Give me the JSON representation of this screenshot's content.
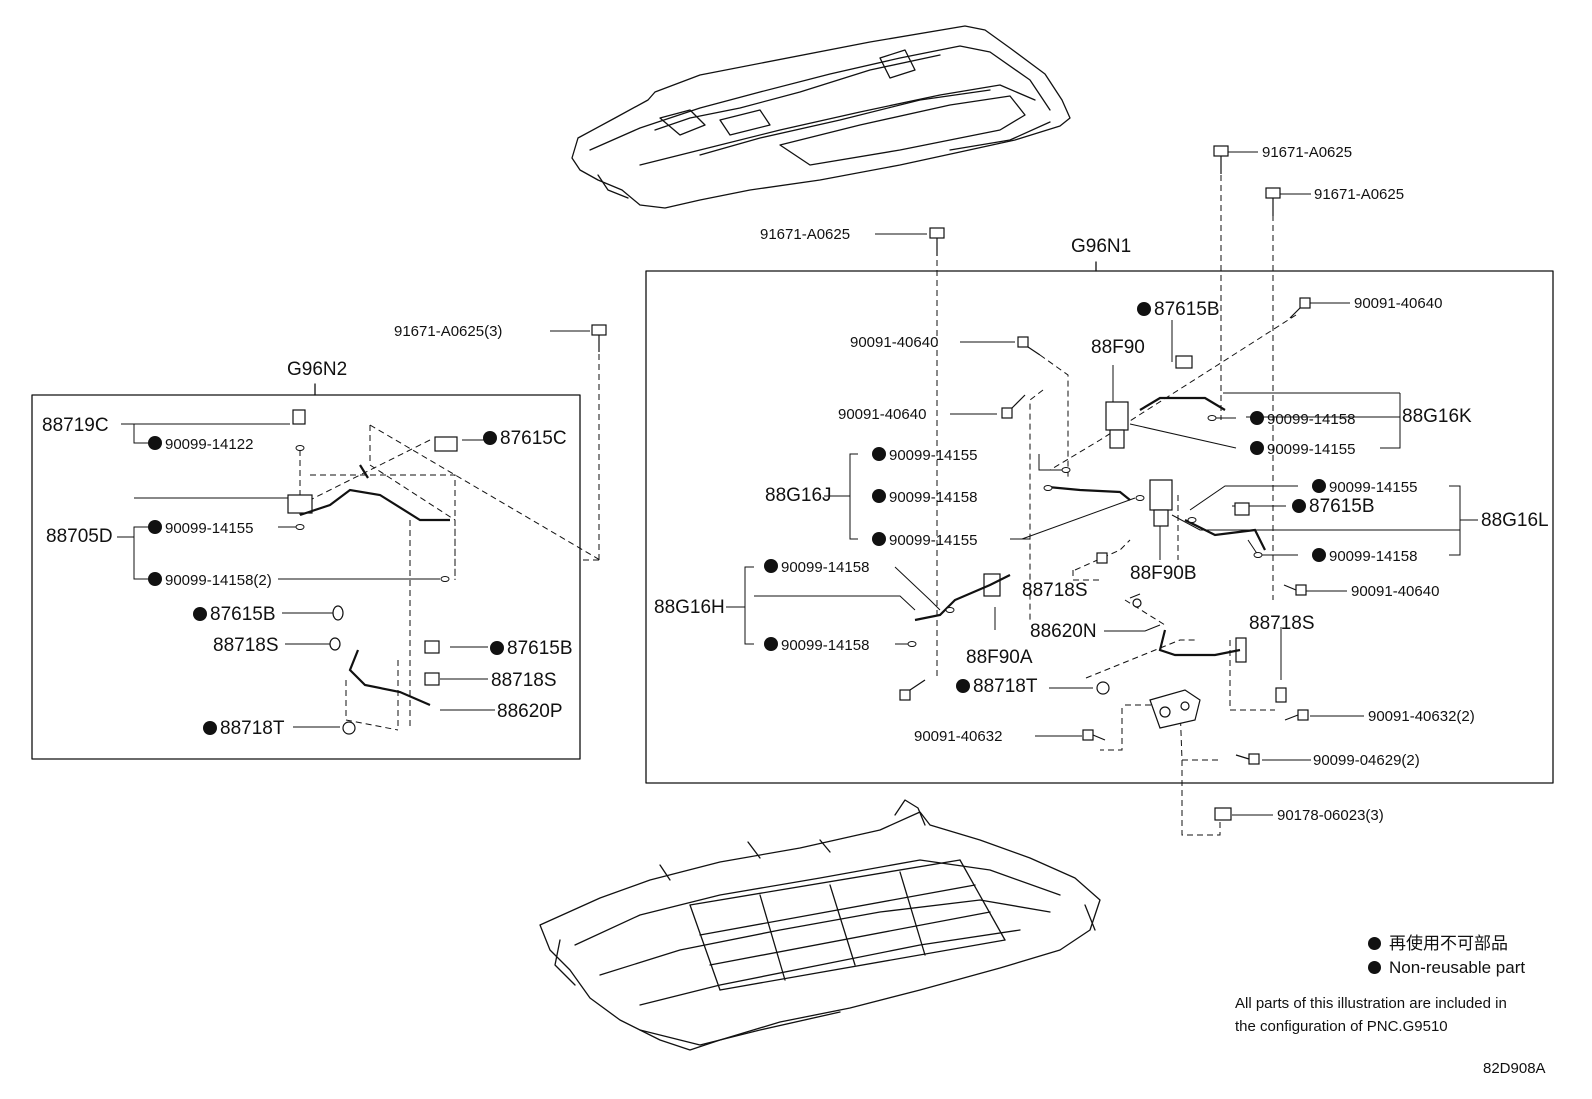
{
  "groups": {
    "g96n1": "G96N1",
    "g96n2": "G96N2"
  },
  "labels": {
    "l1": "91671-A0625",
    "l2": "91671-A0625",
    "l3": "91671-A0625",
    "l4": "91671-A0625(3)",
    "l5": "87615B",
    "l6": "90091-40640",
    "l7": "88F90",
    "l8": "90091-40640",
    "l9": "90091-40640",
    "l10": "90099-14158",
    "l11": "88G16K",
    "l12": "90099-14155",
    "l13": "90099-14155",
    "l14": "88G16J",
    "l15": "90099-14158",
    "l16": "90099-14155",
    "l17": "90099-14155",
    "l18": "87615B",
    "l19": "88G16L",
    "l20": "90099-14158",
    "l21": "88F90B",
    "l22": "90099-14158",
    "l23": "88G16H",
    "l24": "90099-14158",
    "l25": "88718S",
    "l26": "88620N",
    "l27": "88F90A",
    "l28": "88718S",
    "l29": "90091-40640",
    "l30": "88718T",
    "l31": "90091-40632(2)",
    "l32": "90091-40632",
    "l33": "90099-04629(2)",
    "l34": "90178-06023(3)",
    "l35": "88719C",
    "l36": "90099-14122",
    "l37": "87615C",
    "l38": "88705D",
    "l39": "90099-14155",
    "l40": "90099-14158(2)",
    "l41": "87615B",
    "l42": "88718S",
    "l43": "87615B",
    "l44": "88718S",
    "l45": "88718T",
    "l46": "88620P"
  },
  "legend": {
    "non_reusable_jp": "再使用不可部品",
    "non_reusable_en": "Non-reusable part"
  },
  "note": {
    "line1": "All parts of this illustration are included in",
    "line2": "the configuration of PNC.G9510"
  },
  "illustration_code": "82D908A",
  "colors": {
    "ink": "#111111",
    "background": "#ffffff"
  }
}
